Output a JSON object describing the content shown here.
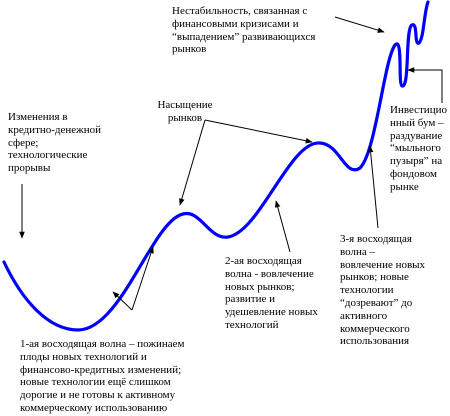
{
  "diagram": {
    "curve_color": "#0000ff",
    "arrow_color": "#000000",
    "labels": {
      "changes": "Изменения в\nкредитно-денежной\nсфере;\nтехнологические\nпрорывы",
      "saturation": "Насыщение\nрынков",
      "instability": "Нестабильность, связанная с\nфинансовыми кризисами и\n“выпадением” развивающихся\nрынков",
      "investment_boom": "Инвестицио\nнный бум –\nраздувание\n“мыльного\nпузыря” на\nфондовом\nрынке",
      "wave2": "2-ая восходящая\nволна - вовлечение\nновых рынков;\nразвитие и\nудешевление новых\nтехнологий",
      "wave3": "3-я восходящая\nволна –\nвовлечение новых\nрынков; новые\nтехнологии\n“дозревают” до\nактивного\nкоммерческого\nиспользования",
      "wave1": "1-ая восходящая волна – пожинаем\nплоды новых технологий и\nфинансово-кредитных изменений;\nновые технологии ещё слишком\nдорогие и не готовы к активному\nкоммерческому использованию"
    }
  }
}
